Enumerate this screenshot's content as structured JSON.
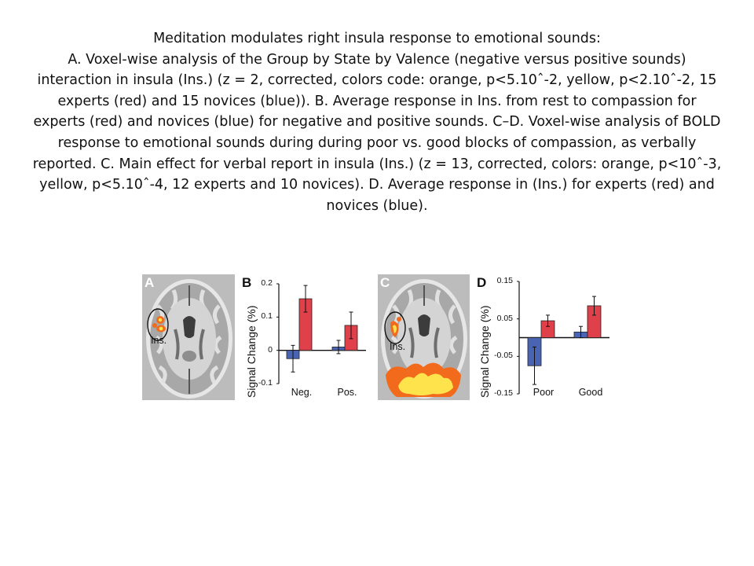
{
  "caption": {
    "heading": "Meditation modulates right insula response to emotional sounds:",
    "body": "A. Voxel-wise analysis of the Group by State by Valence (negative versus positive sounds) interaction in insula (Ins.) (z = 2, corrected, colors code: orange, p<5.10ˆ-2, yellow, p<2.10ˆ-2, 15 experts (red) and 15 novices (blue)). B. Average response in Ins. from rest to compassion for experts (red) and novices (blue) for negative and positive sounds. C–D. Voxel-wise analysis of BOLD response to emotional sounds during during poor vs. good blocks of compassion, as verbally reported. C. Main effect for verbal report in insula (Ins.) (z = 13, corrected, colors: orange, p<10ˆ-3, yellow, p<5.10ˆ-4, 12 experts and 10 novices). D. Average response in (Ins.) for experts (red) and novices (blue)."
  },
  "panels": {
    "a": {
      "label": "A",
      "region_label": "Ins."
    },
    "c": {
      "label": "C",
      "region_label": "Ins."
    }
  },
  "colors": {
    "experts": "#e0404a",
    "novices": "#4a64b4",
    "orange": "#f26a1c",
    "yellow": "#ffe34d"
  },
  "chart_data": [
    {
      "type": "bar",
      "panel_label": "B",
      "ylabel": "Signal Change (%)",
      "categories": [
        "Neg.",
        "Pos."
      ],
      "series": [
        {
          "color": "#4a64b4",
          "values": [
            -0.025,
            0.01
          ],
          "errors": [
            0.04,
            0.02
          ]
        },
        {
          "color": "#e0404a",
          "values": [
            0.155,
            0.075
          ],
          "errors": [
            0.04,
            0.04
          ]
        }
      ],
      "ylim": [
        -0.1,
        0.2
      ],
      "yticks": [
        -0.1,
        0,
        0.1,
        0.2
      ],
      "ytick_labels": [
        "-0.1",
        "0",
        "0.1",
        "0.2"
      ]
    },
    {
      "type": "bar",
      "panel_label": "D",
      "ylabel": "Signal Change (%)",
      "categories": [
        "Poor",
        "Good"
      ],
      "series": [
        {
          "color": "#4a64b4",
          "values": [
            -0.075,
            0.015
          ],
          "errors": [
            0.05,
            0.015
          ]
        },
        {
          "color": "#e0404a",
          "values": [
            0.045,
            0.085
          ],
          "errors": [
            0.015,
            0.025
          ]
        }
      ],
      "ylim": [
        -0.15,
        0.15
      ],
      "yticks": [
        -0.15,
        -0.05,
        0.05,
        0.15
      ],
      "ytick_labels": [
        "-0.15",
        "-0.05",
        "0.05",
        "0.15"
      ]
    }
  ]
}
